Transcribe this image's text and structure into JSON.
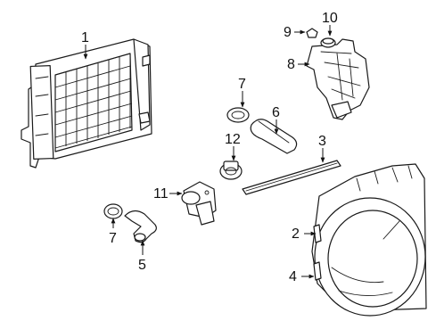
{
  "callouts": [
    {
      "id": "c1",
      "text": "1"
    },
    {
      "id": "c2",
      "text": "2"
    },
    {
      "id": "c3",
      "text": "3"
    },
    {
      "id": "c4",
      "text": "4"
    },
    {
      "id": "c5",
      "text": "5"
    },
    {
      "id": "c6",
      "text": "6"
    },
    {
      "id": "c7a",
      "text": "7"
    },
    {
      "id": "c7b",
      "text": "7"
    },
    {
      "id": "c8",
      "text": "8"
    },
    {
      "id": "c9",
      "text": "9"
    },
    {
      "id": "c10",
      "text": "10"
    },
    {
      "id": "c11",
      "text": "11"
    },
    {
      "id": "c12",
      "text": "12"
    }
  ],
  "colors": {
    "line": "#1a1a1a",
    "background": "#ffffff"
  }
}
